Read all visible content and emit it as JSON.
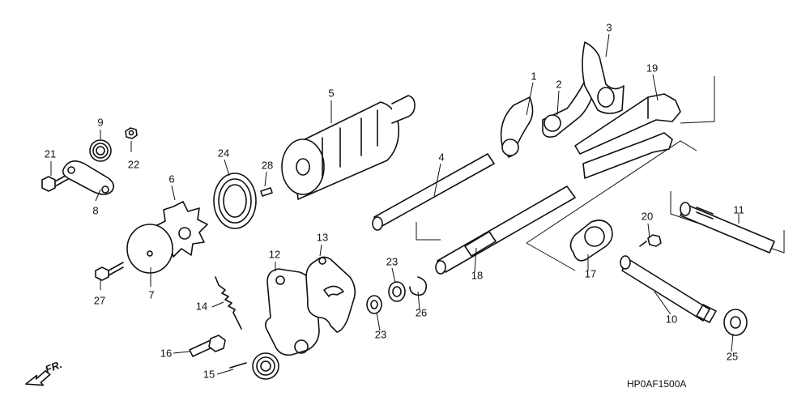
{
  "diagram_code": "HP0AF1500A",
  "direction_label": "FR.",
  "callouts": {
    "c1": "1",
    "c2": "2",
    "c3": "3",
    "c4": "4",
    "c5": "5",
    "c6": "6",
    "c7": "7",
    "c8": "8",
    "c9": "9",
    "c10": "10",
    "c11": "11",
    "c12": "12",
    "c13": "13",
    "c14": "14",
    "c15": "15",
    "c16": "16",
    "c17": "17",
    "c18": "18",
    "c19": "19",
    "c20": "20",
    "c21": "21",
    "c22": "22",
    "c23a": "23",
    "c23b": "23",
    "c24": "24",
    "c25": "25",
    "c26": "26",
    "c27": "27",
    "c28": "28"
  }
}
